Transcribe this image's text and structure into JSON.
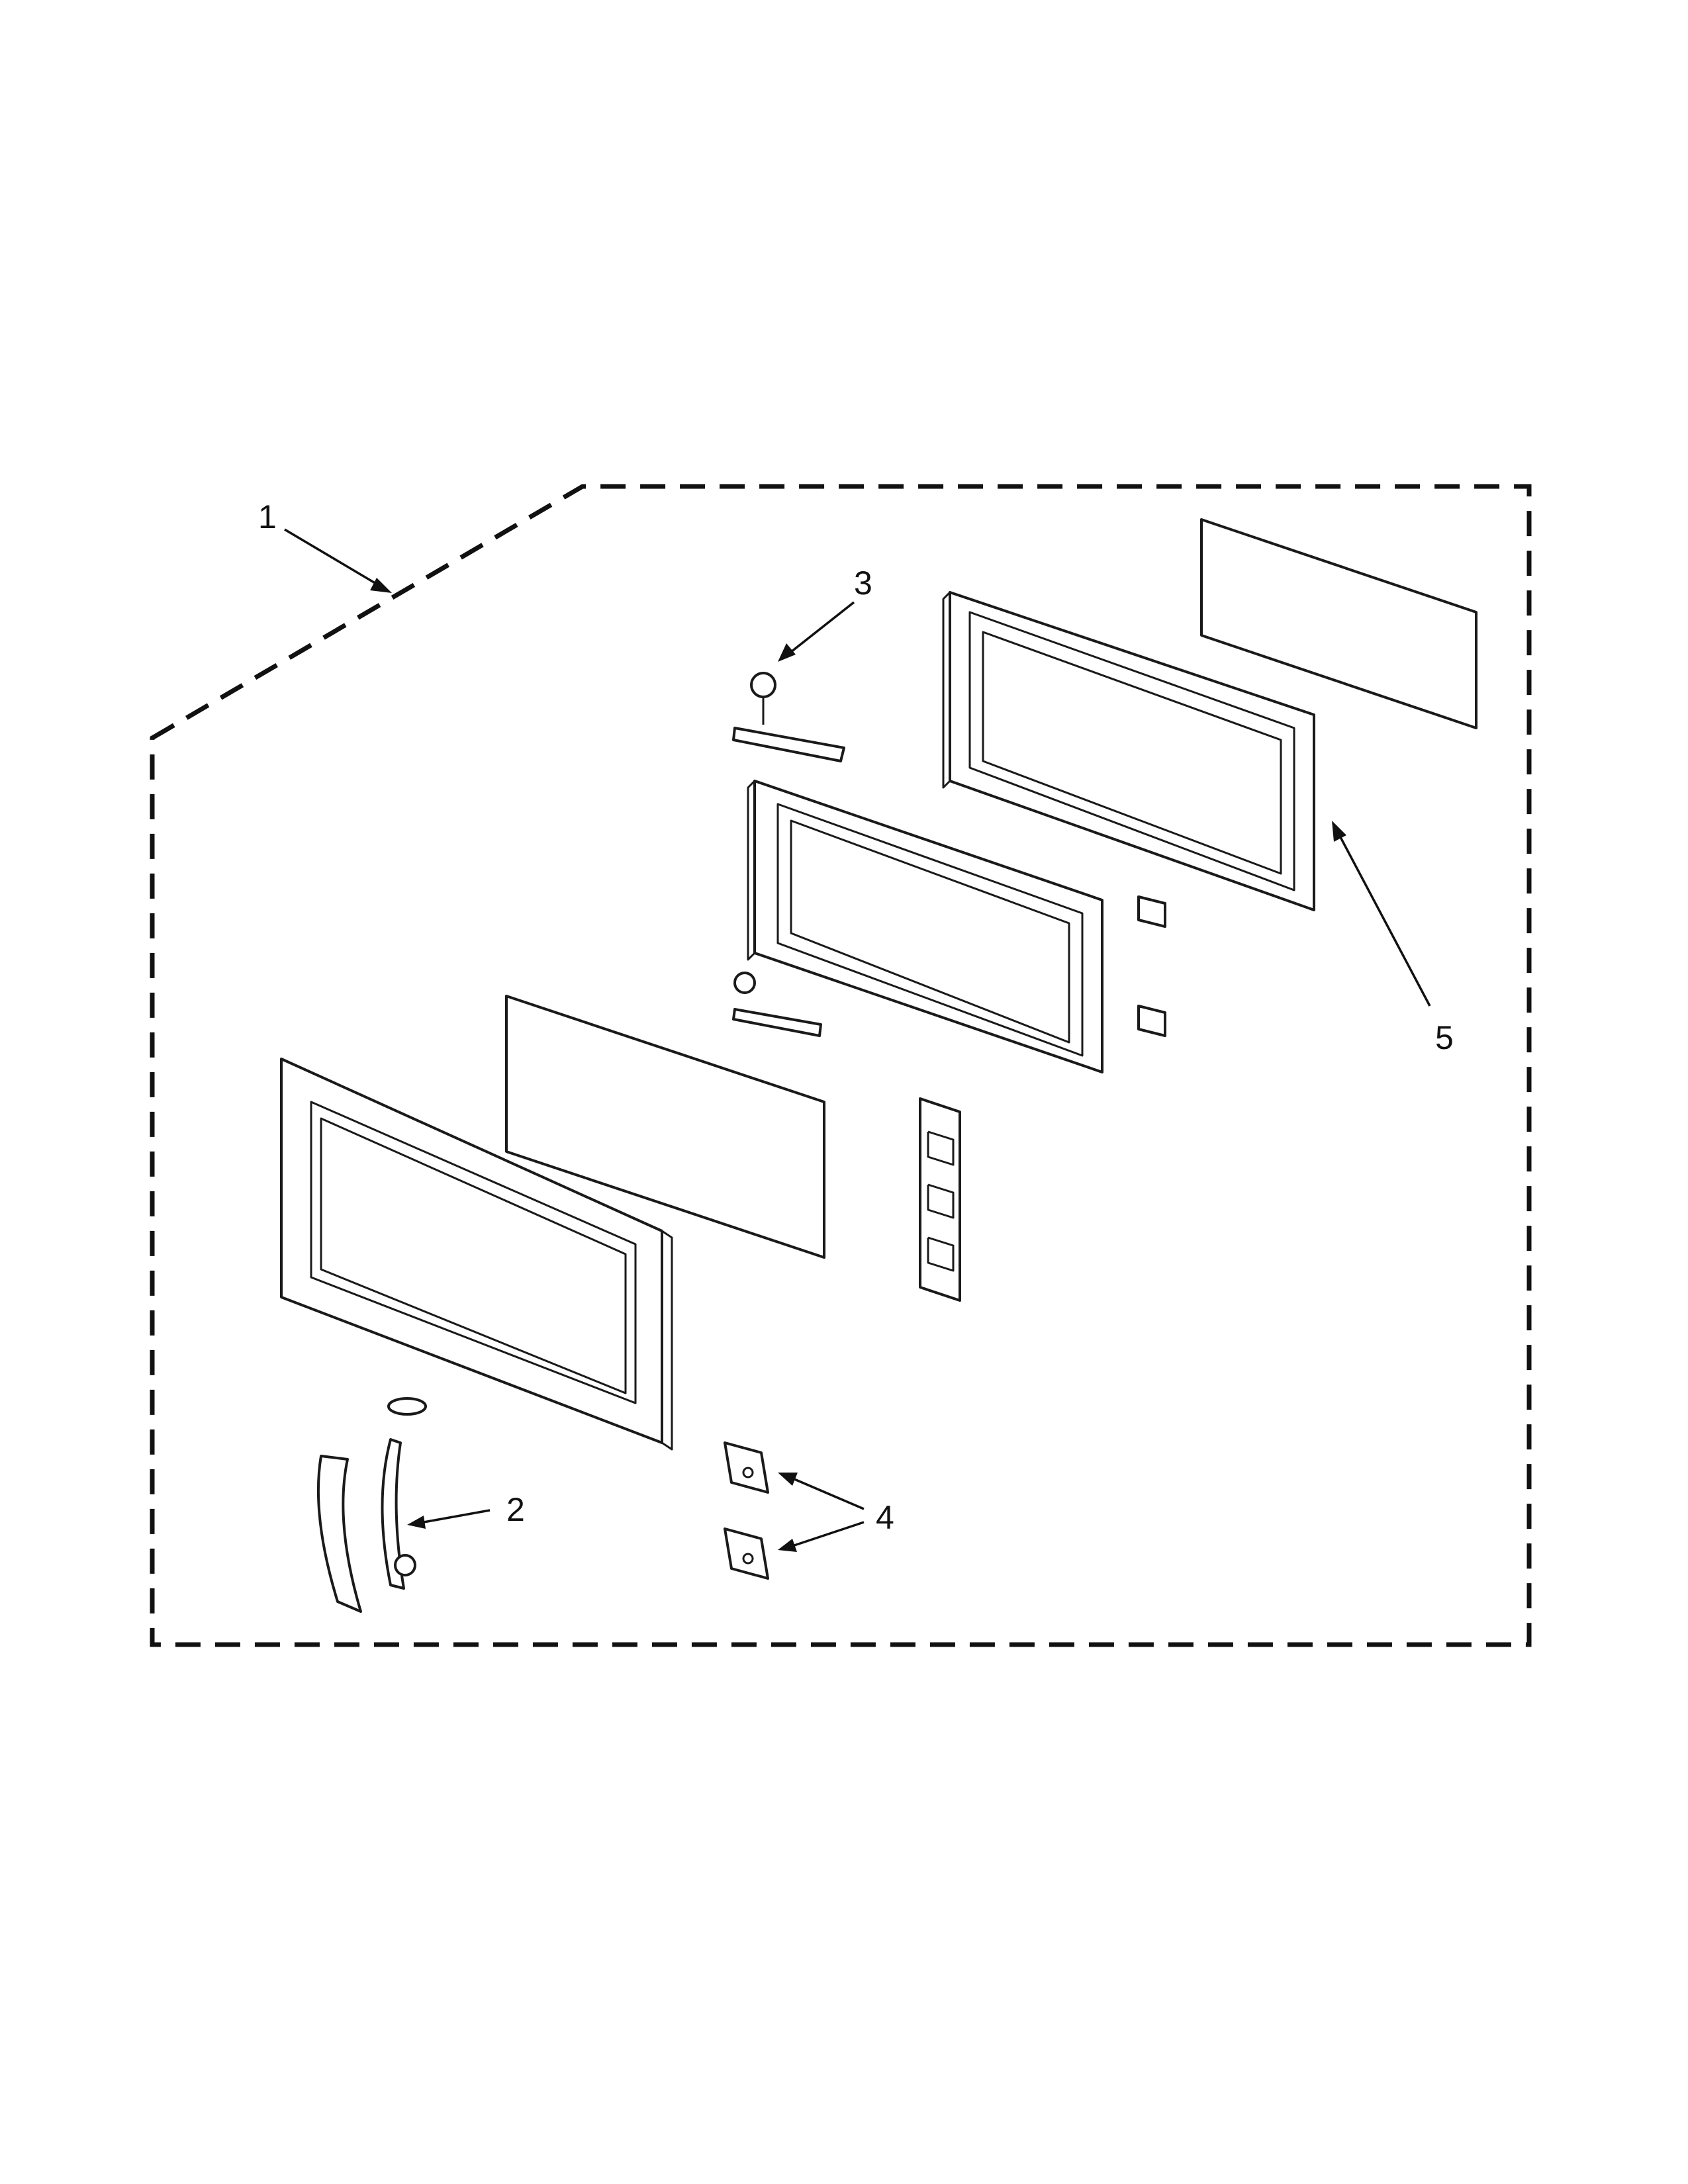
{
  "callouts": [
    {
      "id": "1",
      "label": "1"
    },
    {
      "id": "2",
      "label": "2"
    },
    {
      "id": "3",
      "label": "3"
    },
    {
      "id": "4",
      "label": "4"
    },
    {
      "id": "5",
      "label": "5"
    }
  ],
  "colors": {
    "line": "#1a1a1a",
    "background": "#ffffff"
  }
}
